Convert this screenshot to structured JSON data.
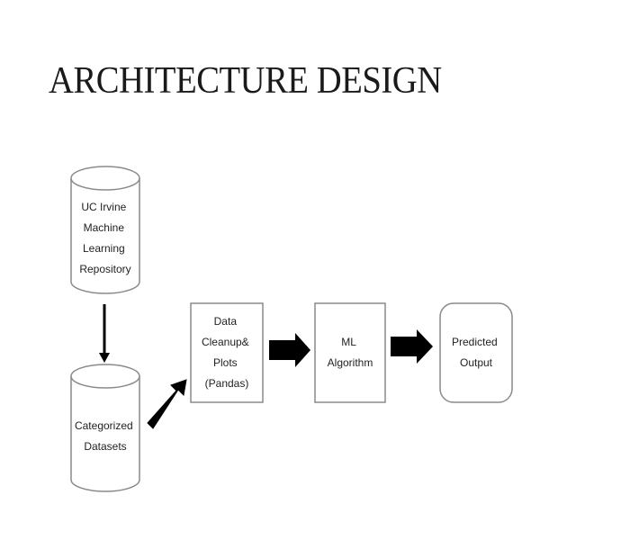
{
  "title": "ARCHITECTURE DESIGN",
  "colors": {
    "stroke": "#8a8a8a",
    "arrow": "#000000",
    "text": "#222222"
  },
  "nodes": {
    "repository": {
      "shape": "cylinder",
      "lines": [
        "UC Irvine",
        "Machine",
        "Learning",
        "Repository"
      ]
    },
    "datasets": {
      "shape": "cylinder",
      "lines": [
        "Categorized",
        "Datasets"
      ]
    },
    "cleanup": {
      "shape": "rectangle",
      "lines": [
        "Data",
        "Cleanup&",
        "Plots",
        "(Pandas)"
      ]
    },
    "algorithm": {
      "shape": "rectangle",
      "lines": [
        "ML",
        "Algorithm"
      ]
    },
    "output": {
      "shape": "rounded-rectangle",
      "lines": [
        "Predicted",
        "Output"
      ]
    }
  },
  "edges": [
    {
      "from": "repository",
      "to": "datasets"
    },
    {
      "from": "datasets",
      "to": "cleanup"
    },
    {
      "from": "cleanup",
      "to": "algorithm"
    },
    {
      "from": "algorithm",
      "to": "output"
    }
  ]
}
